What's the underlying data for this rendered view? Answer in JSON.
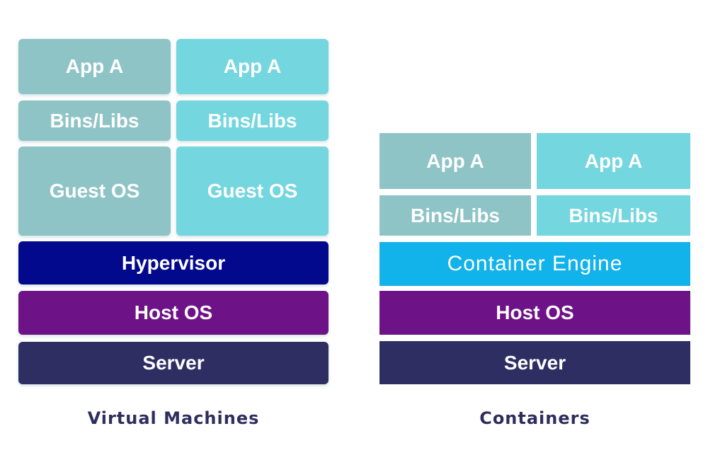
{
  "labels": {
    "app": "App A",
    "bins": "Bins/Libs",
    "guest_os": "Guest OS",
    "hypervisor": "Hypervisor",
    "host_os": "Host OS",
    "server": "Server",
    "container_engine": "Container Engine"
  },
  "captions": {
    "vm": "Virtual Machines",
    "containers": "Containers"
  },
  "colors": {
    "app_teal_muted": "#8fc4c6",
    "app_cyan_light": "#74d6de",
    "hypervisor_blue": "#03098c",
    "container_engine_cyan": "#12b2ea",
    "host_os_purple": "#6e1287",
    "server_navy": "#2e2e63",
    "caption_text_navy": "#2e2e5e",
    "background": "#ffffff",
    "box_text": "#ffffff"
  }
}
